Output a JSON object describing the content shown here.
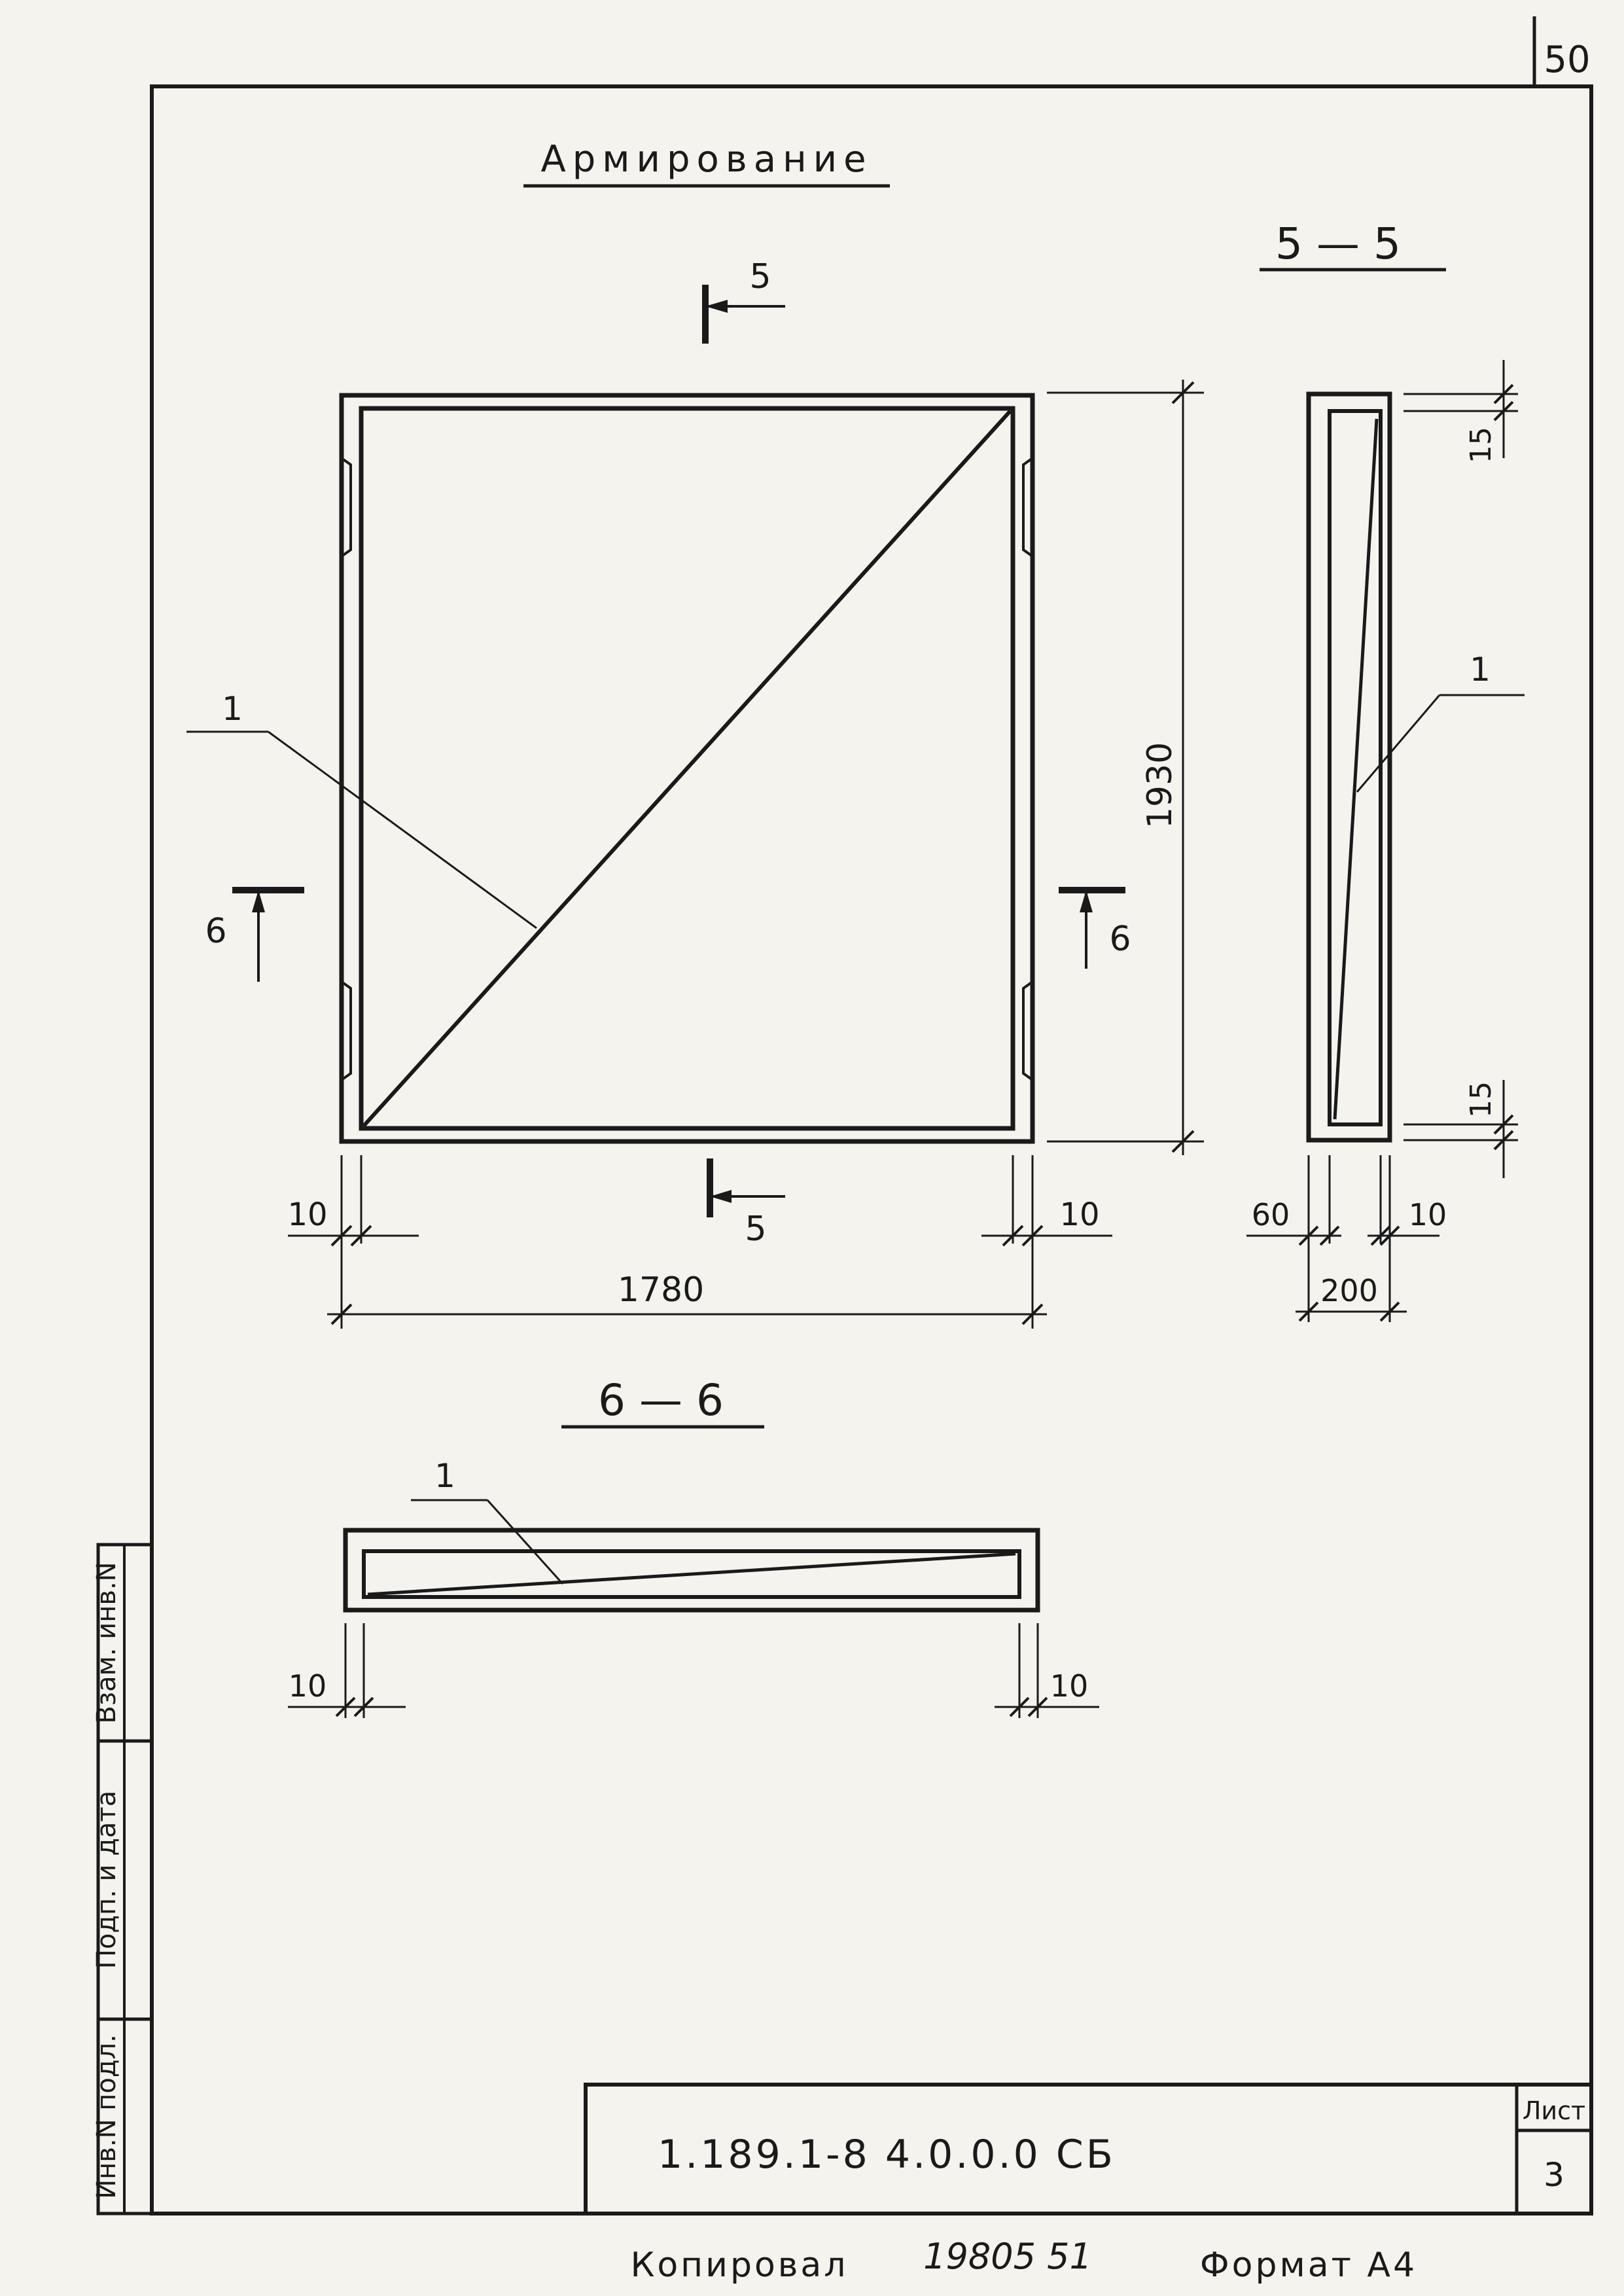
{
  "page_number": "50",
  "title": "Армирование",
  "section_labels": {
    "cut_5": "5",
    "cut_6": "6",
    "section_5_5": "5 — 5",
    "section_6_6": "6 — 6"
  },
  "callouts": {
    "main_view": "1",
    "section_5_5": "1",
    "section_6_6": "1"
  },
  "dimensions": {
    "main_height": "1930",
    "main_width": "1780",
    "main_offset_left": "10",
    "main_offset_right": "10",
    "sec55_top": "15",
    "sec55_bottom": "15",
    "sec55_left": "60",
    "sec55_right": "10",
    "sec55_width": "200",
    "sec66_left": "10",
    "sec66_right": "10"
  },
  "side_stamp": {
    "col1": "Инв.N подл.",
    "col2": "Подп. и дата",
    "col3": "Взам. инв.N"
  },
  "title_block": {
    "designation": "1.189.1-8 4.0.0.0 СБ",
    "sheet_label": "Лист",
    "sheet_number": "3"
  },
  "footer": {
    "copied_label": "Копировал",
    "copied_number": "19805 51",
    "format_label": "Формат А4"
  },
  "colors": {
    "ink": "#1a1a1a",
    "paper": "#f4f3ee"
  }
}
